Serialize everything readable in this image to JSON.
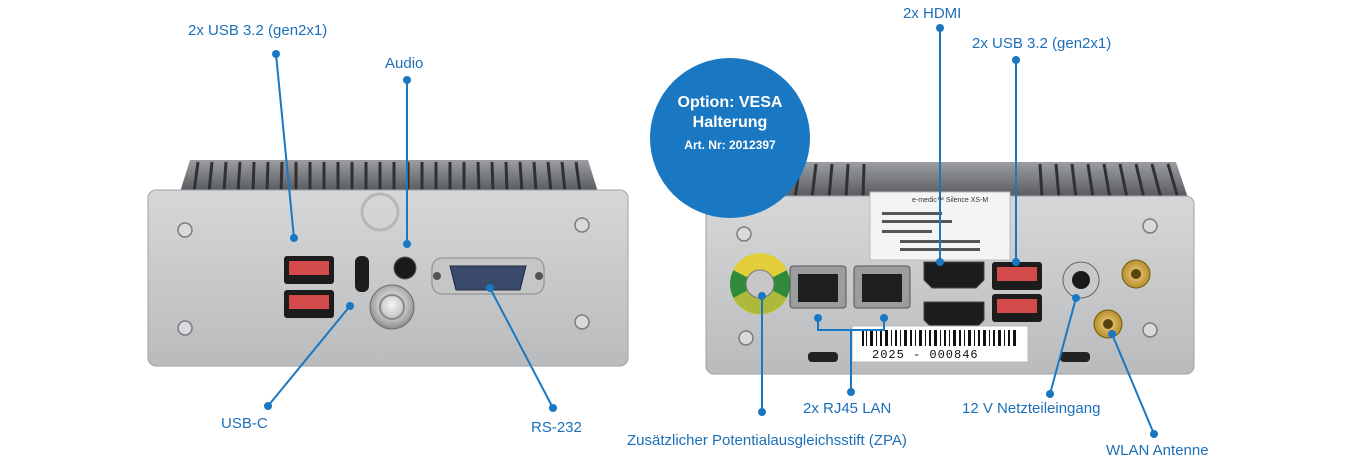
{
  "badge": {
    "line1": "Option: VESA",
    "line2": "Halterung",
    "line3": "Art. Nr: 2012397"
  },
  "device_left": {
    "labels": {
      "usb32": "2x USB 3.2 (gen2x1)",
      "audio": "Audio",
      "usbc": "USB-C",
      "rs232": "RS-232"
    }
  },
  "device_right": {
    "labels": {
      "hdmi": "2x HDMI",
      "usb32": "2x USB 3.2 (gen2x1)",
      "rj45": "2x RJ45 LAN",
      "zpa": "Zusätzlicher Potentialausgleichsstift (ZPA)",
      "power": "12 V Netzteileingang",
      "wlan": "WLAN Antenne"
    },
    "sticker_title": "e-medic™ Silence XS-M",
    "barcode_text": "2025 - 000846"
  },
  "colors": {
    "accent": "#1a78c2",
    "label": "#1d6fb8",
    "panel": "#c9cbcd",
    "usb_red": "#d24a4a"
  }
}
